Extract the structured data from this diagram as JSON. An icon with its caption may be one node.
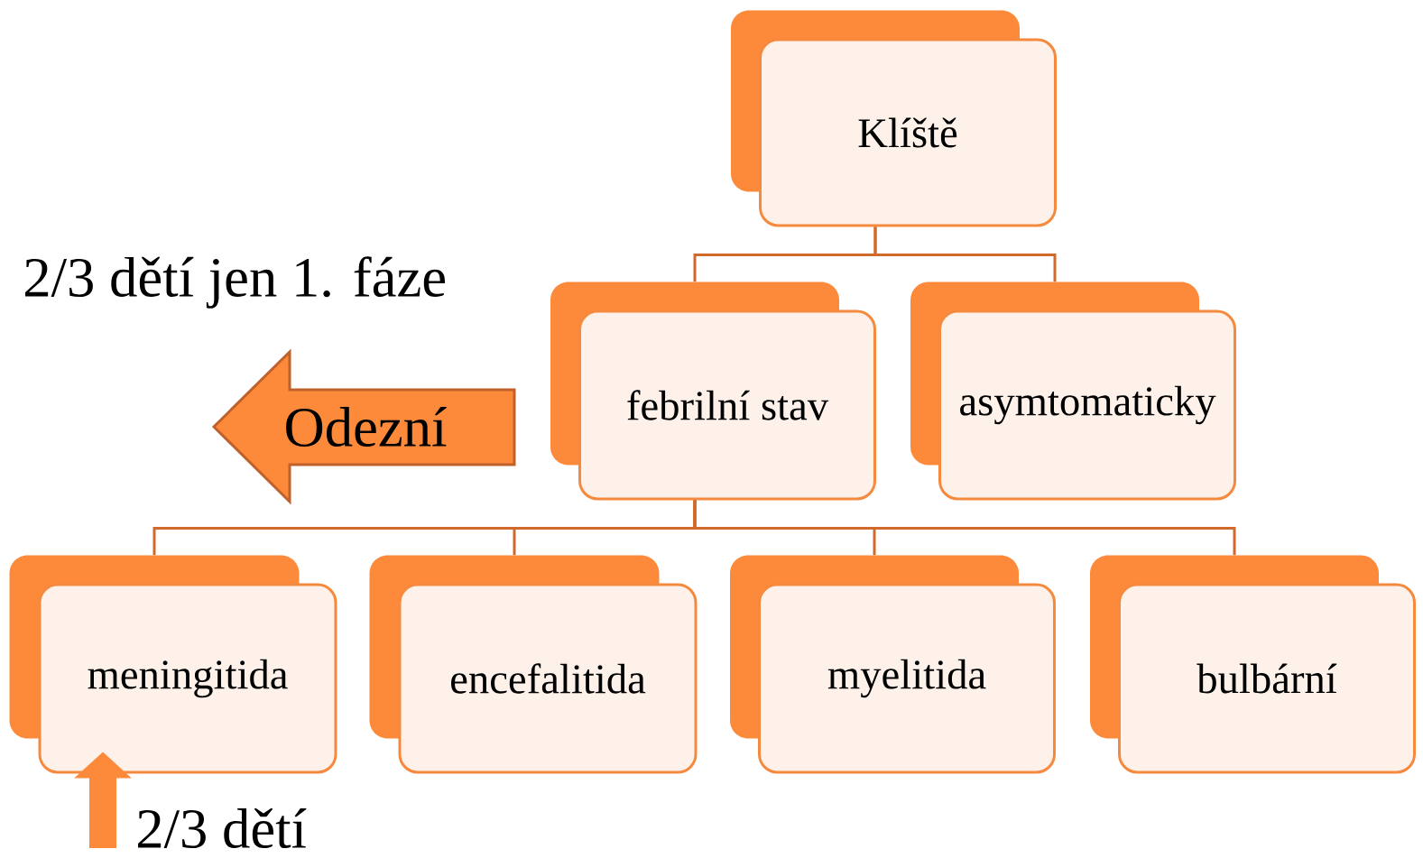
{
  "diagram": {
    "nodes": [
      {
        "text": [
          "Klíště"
        ]
      },
      {
        "text": [
          "febrilní stav"
        ]
      },
      {
        "text": [
          "asymtomaticky"
        ]
      },
      {
        "text": [
          "meningitida"
        ]
      },
      {
        "text": [
          "encefalitida"
        ]
      },
      {
        "text": [
          "myelitida"
        ]
      },
      {
        "text": [
          "bulbární"
        ]
      },
      {
        "text": [
          "Odezní"
        ]
      },
      {
        "text": [
          "2/3 dětí"
        ]
      }
    ],
    "edges": [
      {
        "from": 0,
        "to": 1,
        "arrow": "none"
      },
      {
        "from": 0,
        "to": 2,
        "arrow": "none"
      },
      {
        "from": 1,
        "to": 3,
        "arrow": "none"
      },
      {
        "from": 1,
        "to": 4,
        "arrow": "none"
      },
      {
        "from": 1,
        "to": 5,
        "arrow": "none"
      },
      {
        "from": 1,
        "to": 6,
        "arrow": "none"
      },
      {
        "from": 8,
        "to": 3,
        "arrow": "to",
        "style": "thick",
        "color": "#fd8a3a"
      }
    ],
    "labels": [
      "2/3 dětí jen 1. fáze"
    ]
  }
}
